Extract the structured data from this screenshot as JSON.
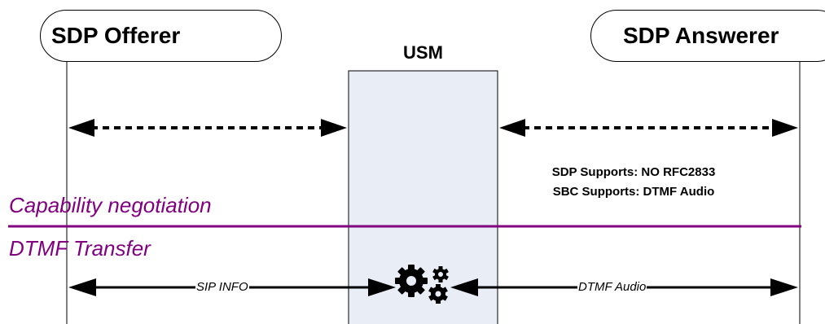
{
  "participants": {
    "offerer": "SDP Offerer",
    "usm": "USM",
    "answerer": "SDP Answerer"
  },
  "sections": {
    "capability": "Capability negotiation",
    "dtmf": "DTMF Transfer"
  },
  "notes": {
    "line1": "SDP Supports: NO RFC2833",
    "line2": "SBC Supports: DTMF Audio"
  },
  "messages": {
    "left": "SIP INFO",
    "right": "DTMF Audio"
  },
  "colors": {
    "section": "#800080",
    "usm_fill": "#e8edf6",
    "divider": "#800080"
  },
  "icons": {
    "processor": "gears-icon"
  }
}
